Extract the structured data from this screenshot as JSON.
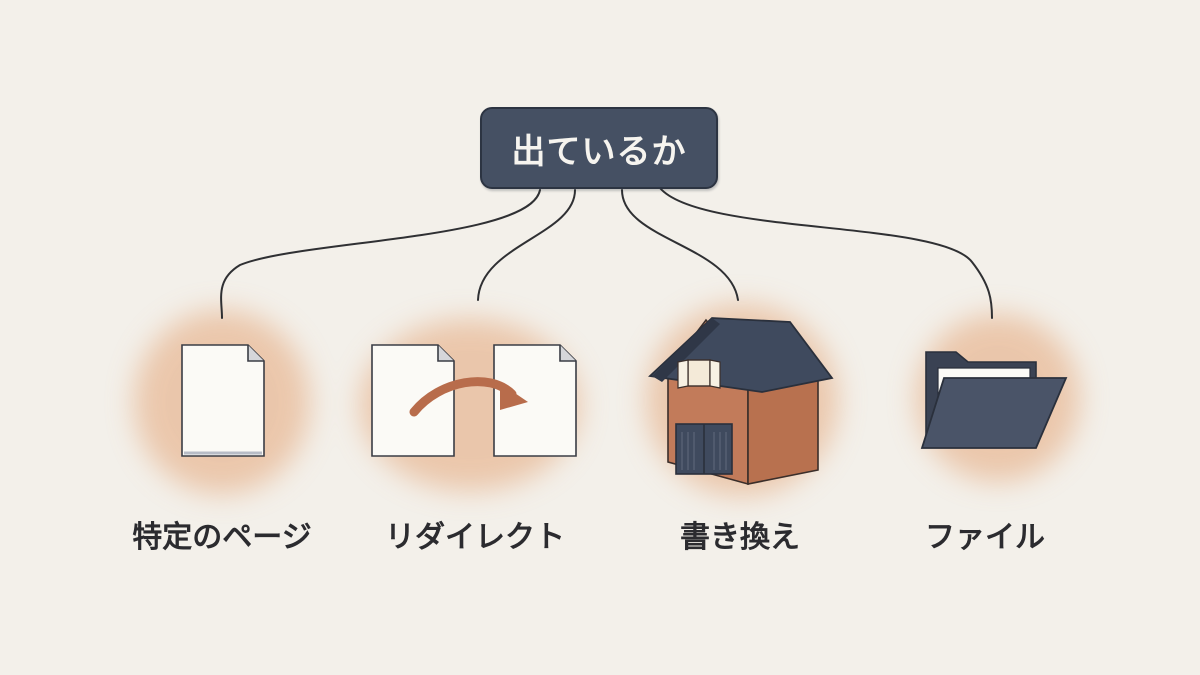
{
  "root": {
    "label": "出ているか"
  },
  "items": [
    {
      "label": "特定のページ",
      "icon": "document-icon"
    },
    {
      "label": "リダイレクト",
      "icon": "redirect-icon"
    },
    {
      "label": "書き換え",
      "icon": "house-icon"
    },
    {
      "label": "ファイル",
      "icon": "folder-icon"
    }
  ],
  "colors": {
    "background": "#f3f0ea",
    "root_box": "#455063",
    "wash": "#e8b996",
    "arrow": "#b86c4b",
    "house_wall": "#c27b5a",
    "roof": "#3f4a5e",
    "folder": "#4a5468",
    "line": "#2f3033"
  }
}
